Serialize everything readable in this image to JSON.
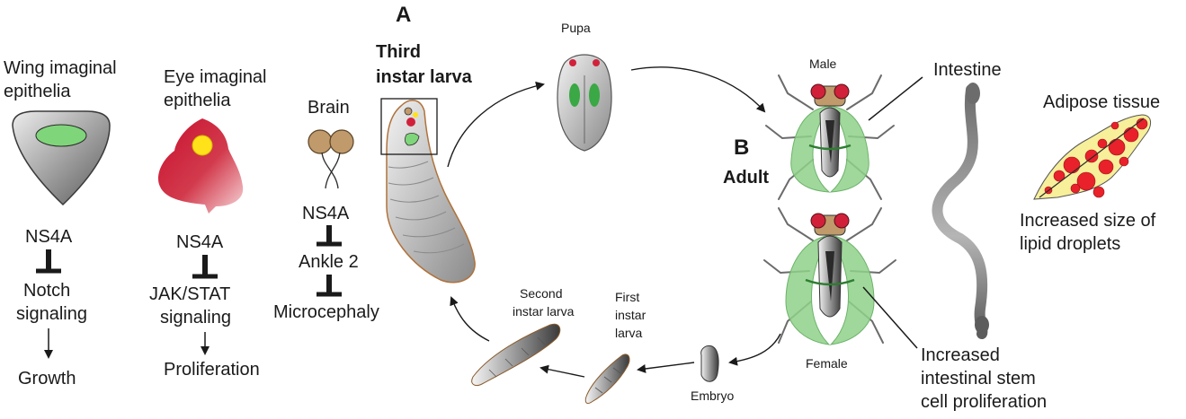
{
  "panels": {
    "a": "A",
    "b": "B"
  },
  "wing": {
    "title_line1": "Wing imaginal",
    "title_line2": "epithelia",
    "gene": "NS4A",
    "pathway_line1": "Notch",
    "pathway_line2": "signaling",
    "outcome": "Growth"
  },
  "eye": {
    "title_line1": "Eye imaginal",
    "title_line2": "epithelia",
    "gene": "NS4A",
    "pathway_line1": "JAK/STAT",
    "pathway_line2": "signaling",
    "outcome": "Proliferation"
  },
  "brain": {
    "title": "Brain",
    "gene": "NS4A",
    "target": "Ankle 2",
    "outcome": "Microcephaly"
  },
  "lifecycle": {
    "third_instar_line1": "Third",
    "third_instar_line2": "instar larva",
    "pupa": "Pupa",
    "male": "Male",
    "female": "Female",
    "adult": "Adult",
    "embryo": "Embryo",
    "first_instar_line1": "First",
    "first_instar_line2": "instar",
    "first_instar_line3": "larva",
    "second_instar_line1": "Second",
    "second_instar_line2": "instar larva"
  },
  "intestine": {
    "title": "Intestine",
    "effect_line1": "Increased",
    "effect_line2": "intestinal stem",
    "effect_line3": "cell proliferation"
  },
  "adipose": {
    "title": "Adipose tissue",
    "effect_line1": "Increased size of",
    "effect_line2": "lipid droplets"
  },
  "colors": {
    "disc_red": "#c8102e",
    "eye_yellow": "#ffe21a",
    "wing_green": "#7fd67a",
    "fly_green": "#8fd18a",
    "fly_eye": "#d1213a",
    "brain_tan": "#c09a6b",
    "fat_red": "#e8212a",
    "fat_yellow": "#f7ef9a"
  }
}
